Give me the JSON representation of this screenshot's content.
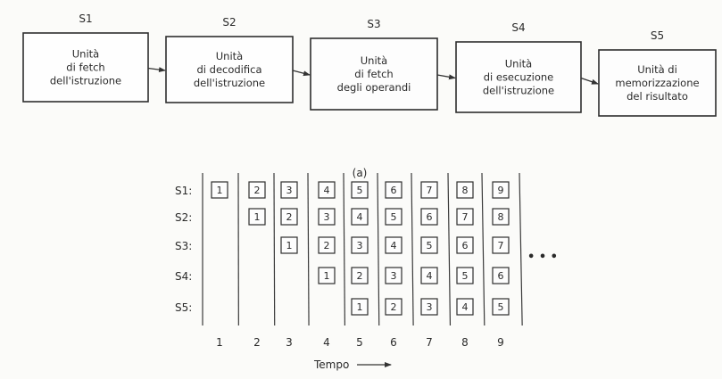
{
  "stages": [
    {
      "id": "S1",
      "lines": [
        "Unità",
        "di fetch",
        "dell'istruzione"
      ]
    },
    {
      "id": "S2",
      "lines": [
        "Unità",
        "di decodifica",
        "dell'istruzione"
      ]
    },
    {
      "id": "S3",
      "lines": [
        "Unità",
        "di fetch",
        "degli operandi"
      ]
    },
    {
      "id": "S4",
      "lines": [
        "Unità",
        "di esecuzione",
        "dell'istruzione"
      ]
    },
    {
      "id": "S5",
      "lines": [
        "Unità di",
        "memorizzazione",
        "del risultato"
      ]
    }
  ],
  "caption_a": "(a)",
  "timing": {
    "row_labels": [
      "S1:",
      "S2:",
      "S3:",
      "S4:",
      "S5:"
    ],
    "time_labels": [
      "1",
      "2",
      "3",
      "4",
      "5",
      "6",
      "7",
      "8",
      "9"
    ],
    "axis_label": "Tempo",
    "ellipsis": "• • •",
    "cells": [
      [
        "1",
        "2",
        "3",
        "4",
        "5",
        "6",
        "7",
        "8",
        "9"
      ],
      [
        "",
        "1",
        "2",
        "3",
        "4",
        "5",
        "6",
        "7",
        "8"
      ],
      [
        "",
        "",
        "1",
        "2",
        "3",
        "4",
        "5",
        "6",
        "7"
      ],
      [
        "",
        "",
        "",
        "1",
        "2",
        "3",
        "4",
        "5",
        "6"
      ],
      [
        "",
        "",
        "",
        "",
        "1",
        "2",
        "3",
        "4",
        "5"
      ]
    ]
  }
}
